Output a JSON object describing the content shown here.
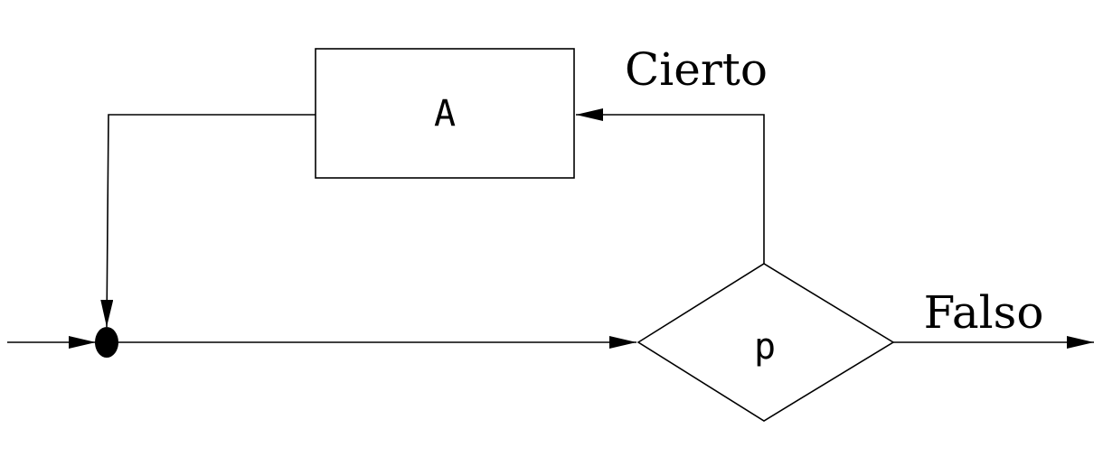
{
  "diagram": {
    "process_label": "A",
    "decision_label": "p",
    "true_label": "Cierto",
    "false_label": "Falso",
    "line_color": "#000000",
    "background_color": "#ffffff"
  }
}
